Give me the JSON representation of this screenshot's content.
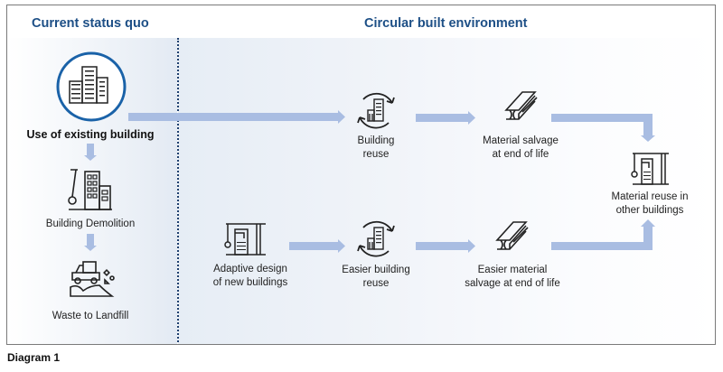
{
  "sections": {
    "left_heading": "Current status quo",
    "right_heading": "Circular built environment"
  },
  "nodes": {
    "existing_building": "Use of existing building",
    "demolition": "Building Demolition",
    "landfill": "Waste to Landfill",
    "building_reuse": [
      "Building",
      "reuse"
    ],
    "material_salvage": [
      "Material salvage",
      "at end of life"
    ],
    "material_reuse": [
      "Material reuse in",
      "other buildings"
    ],
    "adaptive_design": [
      "Adaptive design",
      "of new buildings"
    ],
    "easier_building_reuse": [
      "Easier building",
      "reuse"
    ],
    "easier_material_salvage": [
      "Easier material",
      "salvage at end of life"
    ]
  },
  "colors": {
    "heading": "#1d4f86",
    "highlight_circle": "#1a62a8",
    "arrow": "#a9bde2",
    "divider": "#1f3f6e"
  },
  "icons": {
    "existing_building": "office-buildings-icon",
    "demolition": "wrecking-ball-icon",
    "landfill": "dump-truck-icon",
    "building_reuse": "recycle-building-icon",
    "material_salvage": "steel-beam-icon",
    "material_reuse": "construction-crane-icon",
    "adaptive_design": "construction-crane-icon",
    "easier_building_reuse": "recycle-building-icon",
    "easier_material_salvage": "steel-beam-icon"
  },
  "caption": "Diagram 1"
}
